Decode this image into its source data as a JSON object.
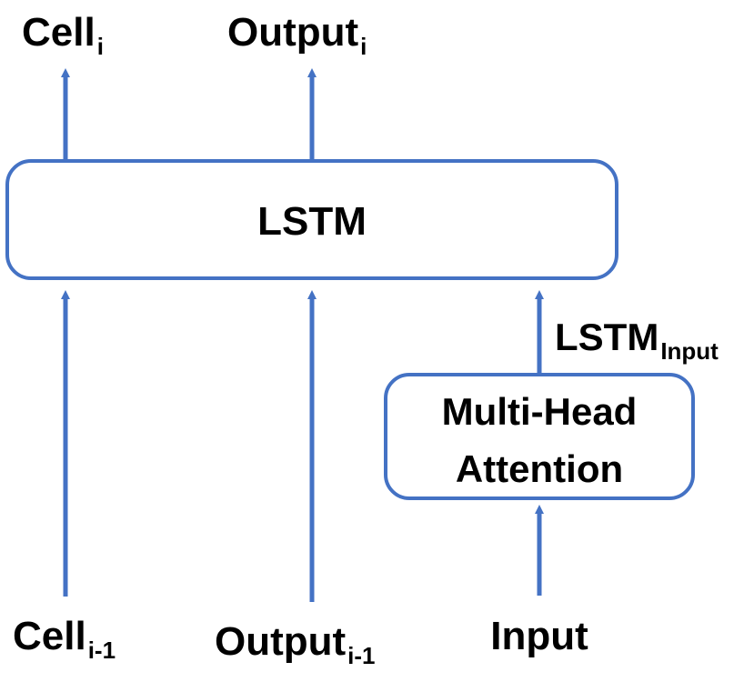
{
  "colors": {
    "stroke": "#4472C4",
    "text": "#000000",
    "background": "#ffffff"
  },
  "nodes": {
    "lstm": {
      "label": "LSTM"
    },
    "attention": {
      "label_line1": "Multi-Head",
      "label_line2": "Attention"
    }
  },
  "outputs": {
    "cell": {
      "base": "Cell",
      "subscript": "i"
    },
    "output": {
      "base": "Output",
      "subscript": "i"
    }
  },
  "inputs": {
    "cell_prev": {
      "base": "Cell",
      "subscript": "i-1"
    },
    "output_prev": {
      "base": "Output",
      "subscript": "i-1"
    },
    "input": {
      "label": "Input"
    }
  },
  "edge_labels": {
    "lstm_input": {
      "base": "LSTM",
      "subscript": "Input"
    }
  },
  "edges": [
    {
      "from": "cell_prev",
      "to": "lstm"
    },
    {
      "from": "output_prev",
      "to": "lstm"
    },
    {
      "from": "input",
      "to": "attention"
    },
    {
      "from": "attention",
      "to": "lstm"
    },
    {
      "from": "lstm",
      "to": "cell"
    },
    {
      "from": "lstm",
      "to": "output"
    }
  ]
}
